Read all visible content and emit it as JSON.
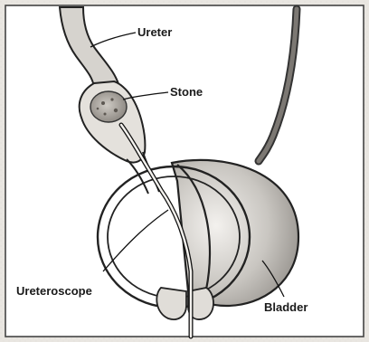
{
  "labels": {
    "ureter": "Ureter",
    "stone": "Stone",
    "ureteroscope": "Ureteroscope",
    "bladder": "Bladder"
  }
}
